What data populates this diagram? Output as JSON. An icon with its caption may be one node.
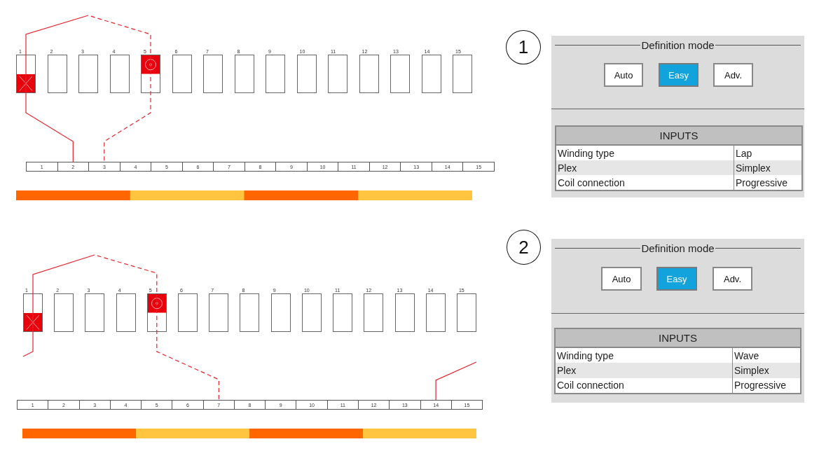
{
  "diagram": {
    "nodes": [
      {
        "text": [
          "1"
        ]
      },
      {
        "text": [
          "2"
        ]
      },
      {
        "text": [
          "3"
        ]
      },
      {
        "text": [
          "4"
        ]
      },
      {
        "text": [
          "5"
        ]
      },
      {
        "text": [
          "6"
        ]
      },
      {
        "text": [
          "7"
        ]
      },
      {
        "text": [
          "8"
        ]
      },
      {
        "text": [
          "9"
        ]
      },
      {
        "text": [
          "10"
        ]
      },
      {
        "text": [
          "11"
        ]
      },
      {
        "text": [
          "12"
        ]
      },
      {
        "text": [
          "13"
        ]
      },
      {
        "text": [
          "14"
        ]
      },
      {
        "text": [
          "15"
        ]
      },
      {
        "text": [
          "1"
        ]
      },
      {
        "text": [
          "2"
        ]
      },
      {
        "text": [
          "3"
        ]
      },
      {
        "text": [
          "4"
        ]
      },
      {
        "text": [
          "5"
        ]
      },
      {
        "text": [
          "6"
        ]
      },
      {
        "text": [
          "7"
        ]
      },
      {
        "text": [
          "8"
        ]
      },
      {
        "text": [
          "9"
        ]
      },
      {
        "text": [
          "10"
        ]
      },
      {
        "text": [
          "11"
        ]
      },
      {
        "text": [
          "12"
        ]
      },
      {
        "text": [
          "13"
        ]
      },
      {
        "text": [
          "14"
        ]
      },
      {
        "text": [
          "15"
        ]
      },
      {
        "text": [
          "1"
        ]
      },
      {
        "text": [
          "Definition mode"
        ]
      },
      {
        "text": [
          "Auto"
        ],
        "in": 31
      },
      {
        "text": [
          "Easy"
        ],
        "in": 31
      },
      {
        "text": [
          "Adv."
        ],
        "in": 31
      },
      {
        "text": [
          "INPUTS"
        ],
        "in": 31
      },
      {
        "text": [
          "1"
        ]
      },
      {
        "text": [
          "2"
        ]
      },
      {
        "text": [
          "3"
        ]
      },
      {
        "text": [
          "4"
        ]
      },
      {
        "text": [
          "5"
        ]
      },
      {
        "text": [
          "6"
        ]
      },
      {
        "text": [
          "7"
        ]
      },
      {
        "text": [
          "8"
        ]
      },
      {
        "text": [
          "9"
        ]
      },
      {
        "text": [
          "10"
        ]
      },
      {
        "text": [
          "11"
        ]
      },
      {
        "text": [
          "12"
        ]
      },
      {
        "text": [
          "13"
        ]
      },
      {
        "text": [
          "14"
        ]
      },
      {
        "text": [
          "15"
        ]
      },
      {
        "text": [
          "1"
        ]
      },
      {
        "text": [
          "2"
        ]
      },
      {
        "text": [
          "3"
        ]
      },
      {
        "text": [
          "4"
        ]
      },
      {
        "text": [
          "5"
        ]
      },
      {
        "text": [
          "6"
        ]
      },
      {
        "text": [
          "7"
        ]
      },
      {
        "text": [
          "8"
        ]
      },
      {
        "text": [
          "9"
        ]
      },
      {
        "text": [
          "10"
        ]
      },
      {
        "text": [
          "11"
        ]
      },
      {
        "text": [
          "12"
        ]
      },
      {
        "text": [
          "13"
        ]
      },
      {
        "text": [
          "14"
        ]
      },
      {
        "text": [
          "15"
        ]
      },
      {
        "text": [
          "2"
        ]
      },
      {
        "text": [
          "Definition mode"
        ]
      },
      {
        "text": [
          "Auto"
        ],
        "in": 67
      },
      {
        "text": [
          "Easy"
        ],
        "in": 67
      },
      {
        "text": [
          "Adv."
        ],
        "in": 67
      },
      {
        "text": [
          "INPUTS"
        ],
        "in": 67
      }
    ],
    "edges": [
      {
        "from": 16,
        "to": 0,
        "arrow": "none"
      },
      {
        "from": 0,
        "to": 4,
        "arrow": "none",
        "style": "dashed"
      },
      {
        "from": 4,
        "to": 17,
        "arrow": "none",
        "style": "dashed"
      },
      {
        "from": null,
        "to": 36,
        "arrow": "none"
      },
      {
        "from": 36,
        "to": 40,
        "arrow": "none",
        "style": "dashed"
      },
      {
        "from": 40,
        "to": 57,
        "arrow": "none",
        "style": "dashed"
      },
      {
        "from": 64,
        "to": null,
        "arrow": "none"
      }
    ],
    "labels": [
      "Winding type",
      "Lap",
      "Plex",
      "Simplex",
      "Coil connection",
      "Progressive",
      "Winding type",
      "Wave",
      "Plex",
      "Simplex",
      "Coil connection",
      "Progressive"
    ]
  }
}
